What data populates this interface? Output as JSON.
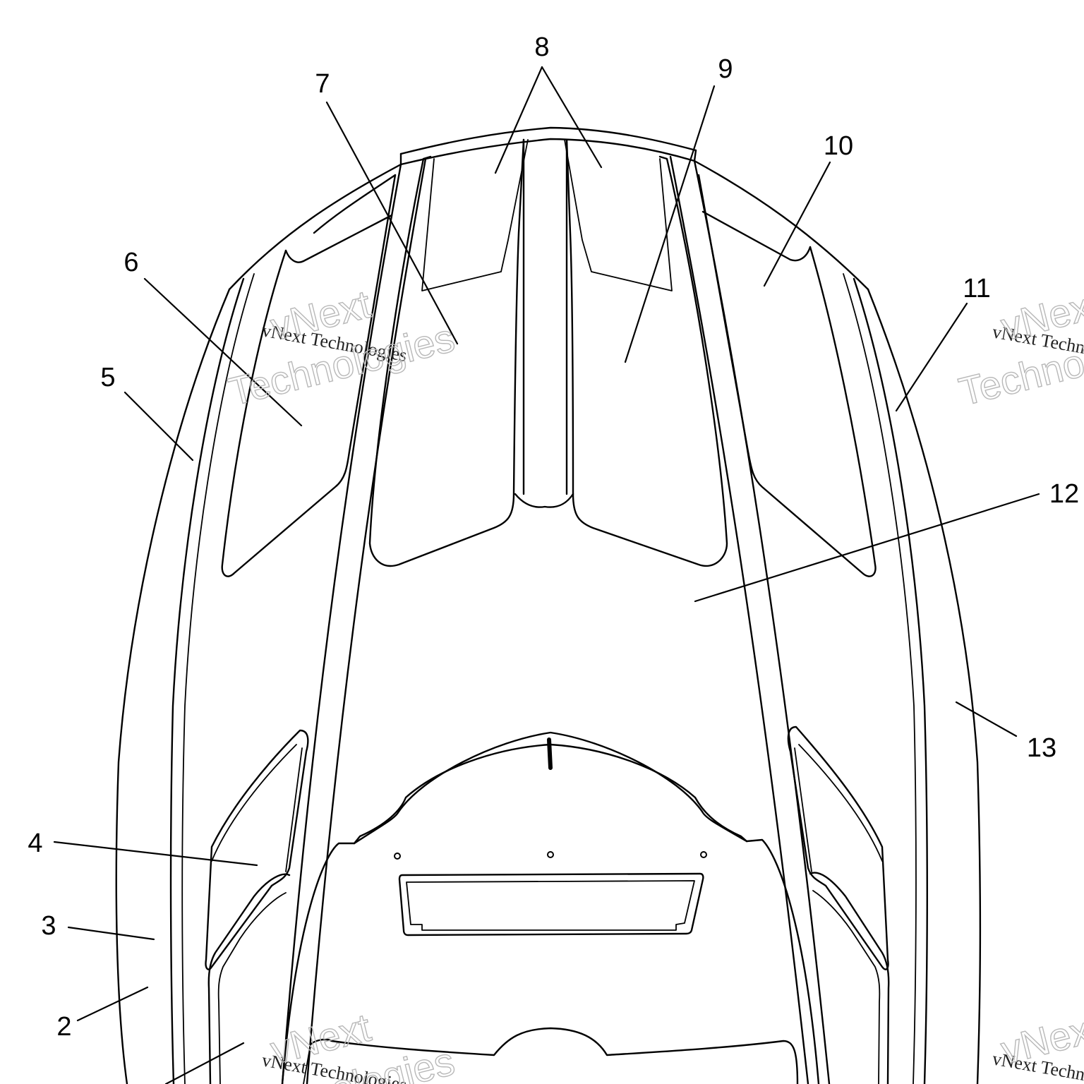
{
  "callouts": [
    {
      "id": "8",
      "label": "8"
    },
    {
      "id": "9",
      "label": "9"
    },
    {
      "id": "7",
      "label": "7"
    },
    {
      "id": "10",
      "label": "10"
    },
    {
      "id": "6",
      "label": "6"
    },
    {
      "id": "11",
      "label": "11"
    },
    {
      "id": "5",
      "label": "5"
    },
    {
      "id": "12",
      "label": "12"
    },
    {
      "id": "13",
      "label": "13"
    },
    {
      "id": "4",
      "label": "4"
    },
    {
      "id": "3",
      "label": "3"
    },
    {
      "id": "2",
      "label": "2"
    }
  ],
  "watermark": {
    "brand_line": "vNext Technologies",
    "outline_top": "vNext",
    "outline_bottom": "Technologies"
  }
}
